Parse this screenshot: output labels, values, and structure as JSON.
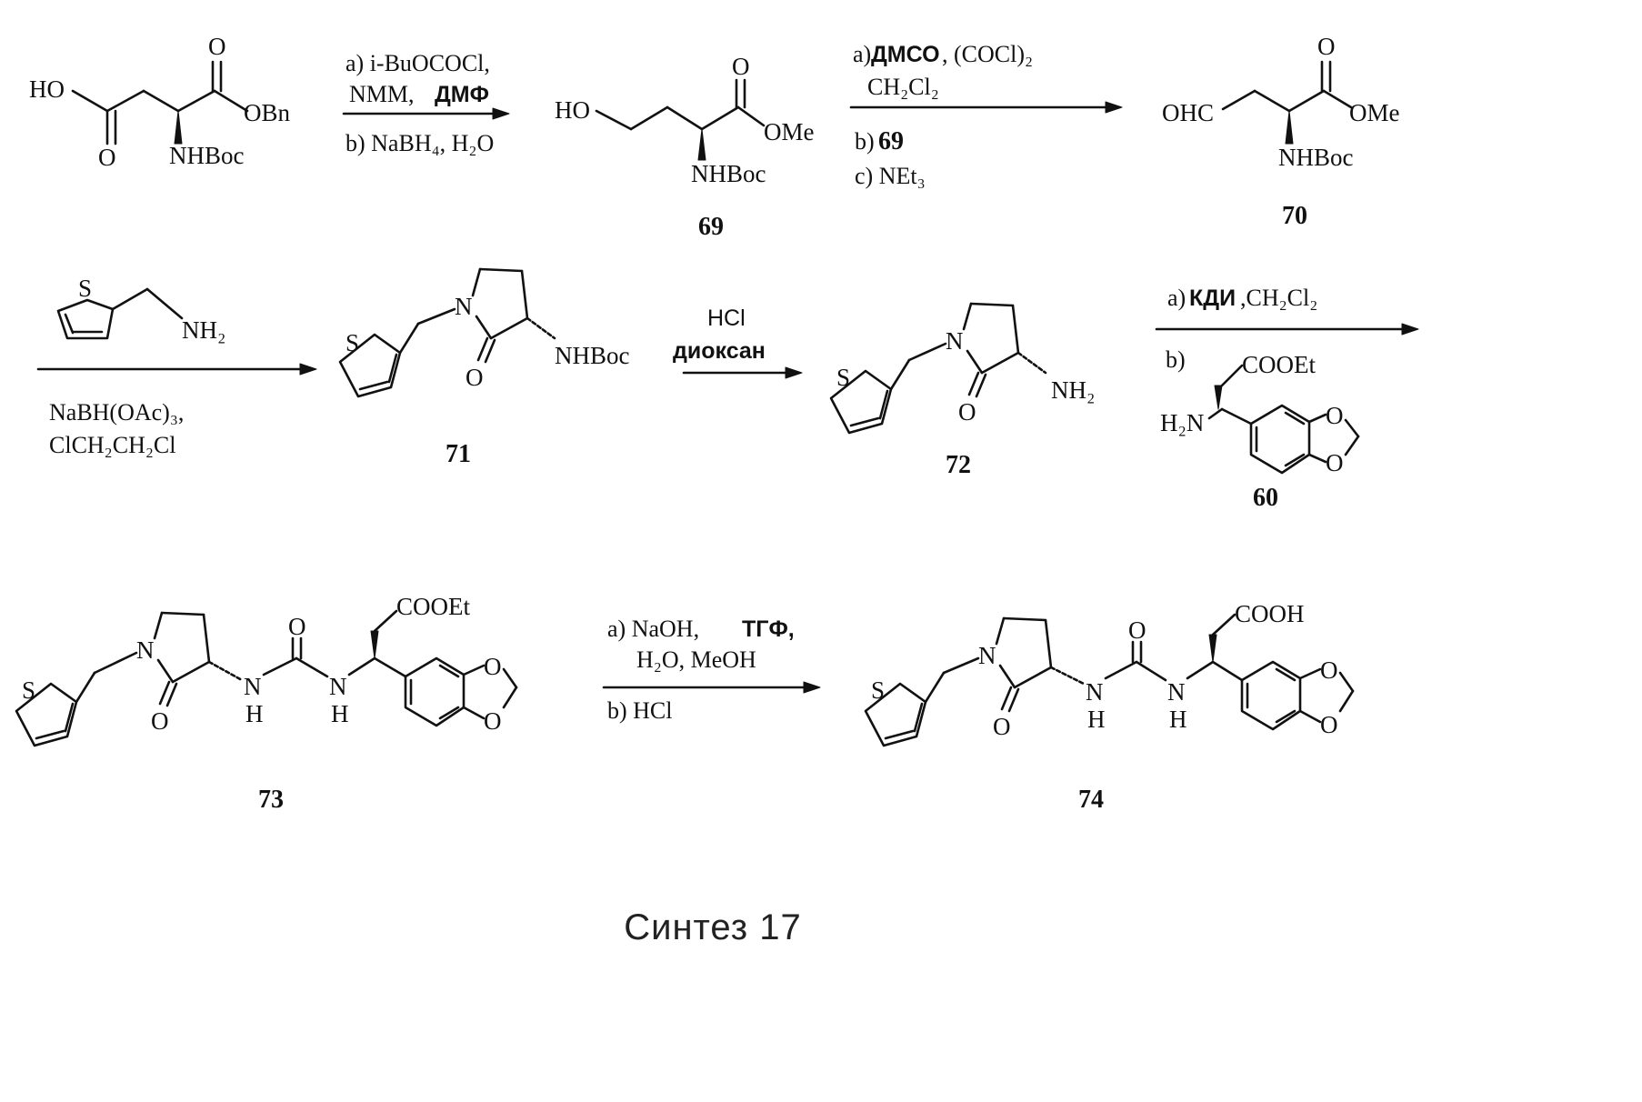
{
  "caption": "Синтез 17",
  "compounds": {
    "start": {
      "labels": {
        "hoo": "HO",
        "o_top": "O",
        "o_bottom": "O",
        "obn": "OBn",
        "nhboc": "NHBoc"
      }
    },
    "c69": {
      "number": "69",
      "labels": {
        "ho": "HO",
        "o": "O",
        "ome": "OMe",
        "nhboc": "NHBoc"
      }
    },
    "c70": {
      "number": "70",
      "labels": {
        "ohc": "OHC",
        "o": "O",
        "ome": "OMe",
        "nhboc": "NHBoc"
      }
    },
    "thienylmethylamine": {
      "labels": {
        "s": "S",
        "nh2": "NH₂"
      }
    },
    "c71": {
      "number": "71",
      "labels": {
        "s": "S",
        "n": "N",
        "o": "O",
        "nhboc": "NHBoc"
      }
    },
    "c72": {
      "number": "72",
      "labels": {
        "s": "S",
        "n": "N",
        "o": "O",
        "nh2": "NH₂"
      }
    },
    "c60": {
      "number": "60",
      "labels": {
        "cooet": "COOEt",
        "h2n": "H₂N",
        "o1": "O",
        "o2": "O"
      }
    },
    "c73": {
      "number": "73",
      "labels": {
        "s": "S",
        "n": "N",
        "o_lactam": "O",
        "o_urea": "O",
        "nh1_n": "N",
        "nh1_h": "H",
        "nh2_n": "N",
        "nh2_h": "H",
        "cooet": "COOEt",
        "o1": "O",
        "o2": "O"
      }
    },
    "c74": {
      "number": "74",
      "labels": {
        "s": "S",
        "n": "N",
        "o_lactam": "O",
        "o_urea": "O",
        "nh1_n": "N",
        "nh1_h": "H",
        "nh2_n": "N",
        "nh2_h": "H",
        "cooh": "COOH",
        "o1": "O",
        "o2": "O"
      }
    }
  },
  "steps": {
    "step1": {
      "a": "a) i-BuOCOCl,",
      "a2_plain": "NMM,",
      "a2_bold": "ДМФ",
      "b": "b) NaBH₄, H₂O"
    },
    "step2": {
      "a_plain": "a)",
      "a_bold": "ДМСО",
      "a_rest": ", (COCl)₂",
      "a2": "CH₂Cl₂",
      "b_plain": "b)",
      "b_bold": "69",
      "c": "c) NEt₃"
    },
    "step3": {
      "below1": "NaBH(OAc)₃,",
      "below2": "ClCH₂CH₂Cl"
    },
    "step4": {
      "above": "HCl",
      "below": "диоксан"
    },
    "step5": {
      "a_plain": "a)",
      "a_bold": "КДИ",
      "a_rest": ",CH₂Cl₂",
      "b": "b)"
    },
    "step6": {
      "a_plain": "a) NaOH,",
      "a_bold": "ТГФ,",
      "a2": "H₂O, MeOH",
      "b": "b) HCl"
    }
  }
}
